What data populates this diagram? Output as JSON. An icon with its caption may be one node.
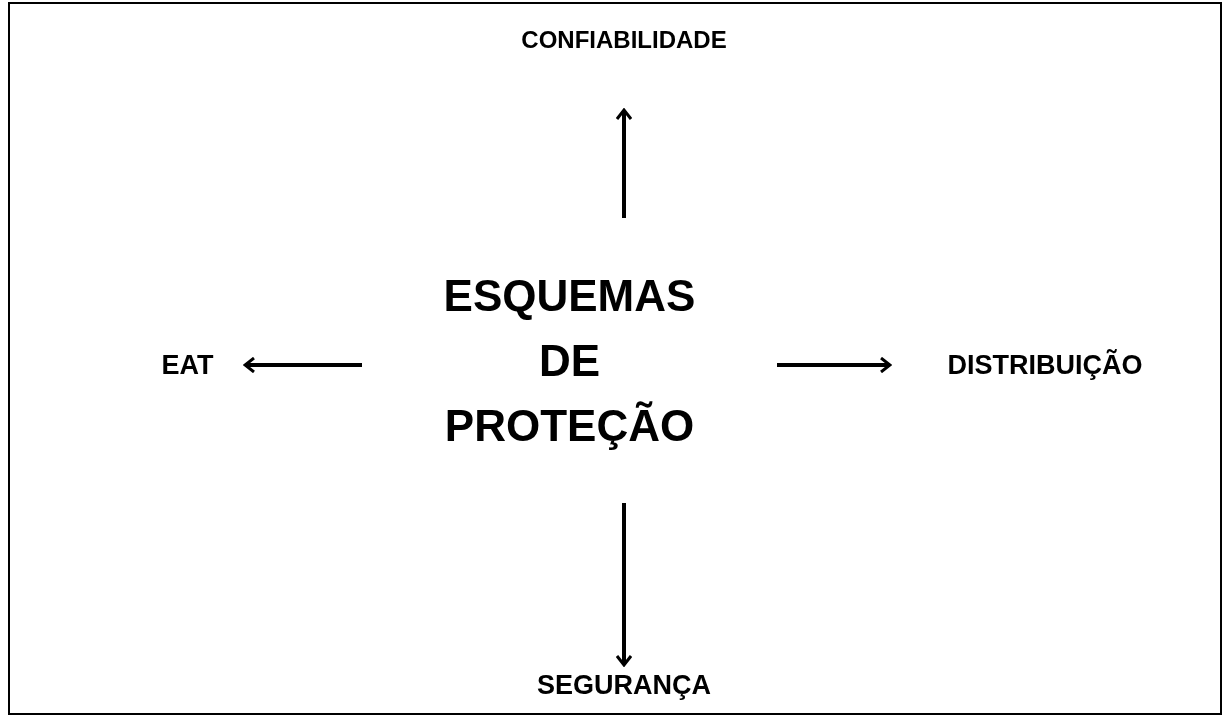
{
  "diagram": {
    "nodes": [
      {
        "text": [
          "ESQUEMAS DE PROTEÇÃO"
        ]
      },
      {
        "text": [
          "CONFIABILIDADE"
        ]
      },
      {
        "text": [
          "EAT"
        ]
      },
      {
        "text": [
          "DISTRIBUIÇÃO"
        ]
      },
      {
        "text": [
          "SEGURANÇA"
        ]
      }
    ],
    "edges": [
      {
        "from": 0,
        "to": 1,
        "arrow": "to"
      },
      {
        "from": 0,
        "to": 2,
        "arrow": "to"
      },
      {
        "from": 0,
        "to": 3,
        "arrow": "to"
      },
      {
        "from": 0,
        "to": 4,
        "arrow": "to"
      }
    ]
  }
}
